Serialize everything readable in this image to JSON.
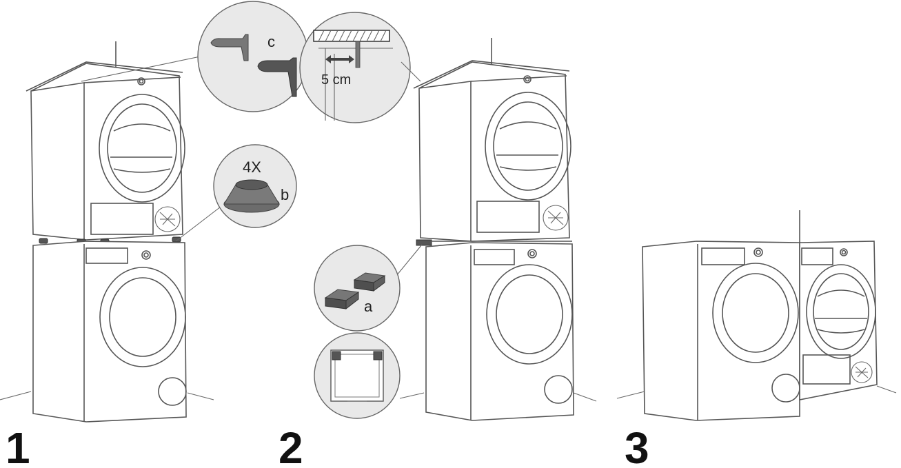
{
  "steps": [
    {
      "number": "1"
    },
    {
      "number": "2"
    },
    {
      "number": "3"
    }
  ],
  "callouts": {
    "bracket_part": "c",
    "gap_distance": "5 cm",
    "feet_quantity": "4X",
    "foot_part": "b",
    "clip_part": "a"
  },
  "colors": {
    "line": "#555555",
    "callout_fill": "#e9e9e9",
    "part_fill": "#5a5a5a"
  }
}
